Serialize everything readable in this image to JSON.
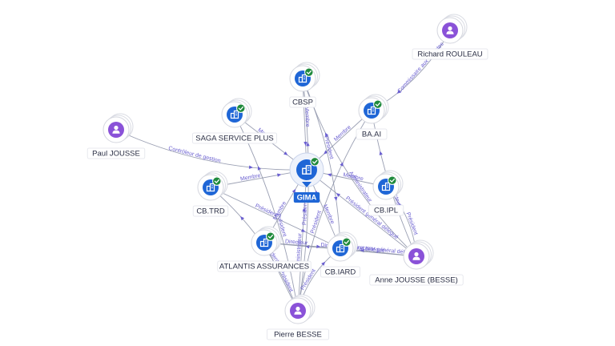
{
  "colors": {
    "company": "#1f66d6",
    "person": "#8a52d8",
    "check": "#1f8a3c",
    "edge": "#8a8fa6",
    "edge_label": "#6a5fd0",
    "focus_label_bg": "#1f66d6"
  },
  "icons": {
    "company": "building-icon",
    "person": "person-icon",
    "verified": "check-icon"
  },
  "focus_node": "gima",
  "nodes": [
    {
      "id": "gima",
      "label": "GIMA",
      "type": "company",
      "verified": true,
      "focus": true
    },
    {
      "id": "cbsp",
      "label": "CBSP",
      "type": "company",
      "verified": true
    },
    {
      "id": "baai",
      "label": "BA.AI",
      "type": "company",
      "verified": true
    },
    {
      "id": "saga",
      "label": "SAGA SERVICE PLUS",
      "type": "company",
      "verified": true
    },
    {
      "id": "cbtrd",
      "label": "CB.TRD",
      "type": "company",
      "verified": true
    },
    {
      "id": "cbipl",
      "label": "CB.IPL",
      "type": "company",
      "verified": true
    },
    {
      "id": "atlantis",
      "label": "ATLANTIS ASSURANCES",
      "type": "company",
      "verified": true
    },
    {
      "id": "cbiard",
      "label": "CB.IARD",
      "type": "company",
      "verified": true
    },
    {
      "id": "paul",
      "label": "Paul JOUSSE",
      "type": "person",
      "verified": false
    },
    {
      "id": "richard",
      "label": "Richard ROULEAU",
      "type": "person",
      "verified": false
    },
    {
      "id": "anne",
      "label": "Anne JOUSSE (BESSE)",
      "type": "person",
      "verified": false
    },
    {
      "id": "pierre",
      "label": "Pierre BESSE",
      "type": "person",
      "verified": false
    }
  ],
  "edges": [
    {
      "from": "paul",
      "to": "gima",
      "label": "Contrôleur de gestion"
    },
    {
      "from": "saga",
      "to": "gima",
      "label": "Membre"
    },
    {
      "from": "cbsp",
      "to": "gima",
      "label": "Membre"
    },
    {
      "from": "baai",
      "to": "gima",
      "label": "Membre"
    },
    {
      "from": "cbtrd",
      "to": "gima",
      "label": "Membre"
    },
    {
      "from": "cbipl",
      "to": "gima",
      "label": "Membre"
    },
    {
      "from": "atlantis",
      "to": "gima",
      "label": "Membre"
    },
    {
      "from": "cbiard",
      "to": "gima",
      "label": "Membre"
    },
    {
      "from": "richard",
      "to": "baai",
      "label": "Commissaire aux comptes"
    },
    {
      "from": "anne",
      "to": "baai",
      "label": "Directeur"
    },
    {
      "from": "anne",
      "to": "cbipl",
      "label": "Président"
    },
    {
      "from": "anne",
      "to": "gima",
      "label": "Président général délégué"
    },
    {
      "from": "anne",
      "to": "cbiard",
      "label": "Directeur général délégué"
    },
    {
      "from": "anne",
      "to": "atlantis",
      "label": "Directeur général délégué"
    },
    {
      "from": "anne",
      "to": "cbsp",
      "label": "Administrateur"
    },
    {
      "from": "pierre",
      "to": "gima",
      "label": "Administrateur"
    },
    {
      "from": "pierre",
      "to": "cbtrd",
      "label": "Président"
    },
    {
      "from": "pierre",
      "to": "saga",
      "label": "Président"
    },
    {
      "from": "pierre",
      "to": "atlantis",
      "label": "Président"
    },
    {
      "from": "pierre",
      "to": "cbiard",
      "label": "Président"
    },
    {
      "from": "pierre",
      "to": "cbsp",
      "label": "Président"
    },
    {
      "from": "pierre",
      "to": "baai",
      "label": "Président"
    },
    {
      "from": "cbtrd",
      "to": "cbiard",
      "label": "Président"
    },
    {
      "from": "atlantis",
      "to": "cbiard",
      "label": "Directeur"
    },
    {
      "from": "cbsp",
      "to": "cbiard",
      "label": "Président"
    }
  ]
}
